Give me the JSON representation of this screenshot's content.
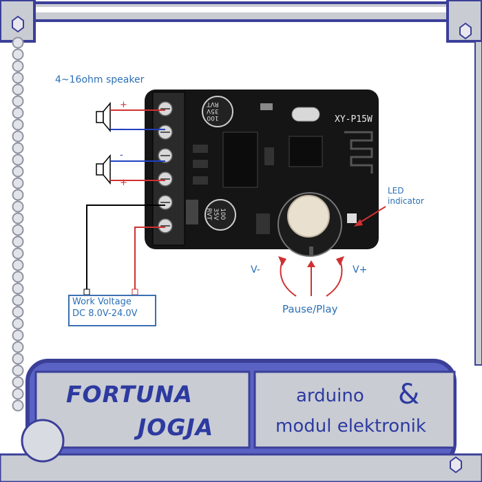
{
  "labels": {
    "speaker": "4~16ohm speaker",
    "led_line1": "LED",
    "led_line2": "indicator",
    "v_minus": "V-",
    "v_plus": "V+",
    "pause_play": "Pause/Play",
    "board_model": "XY-P15W",
    "plus": "+",
    "minus": "-"
  },
  "work_voltage": {
    "line1": "Work Voltage",
    "line2": "DC 8.0V-24.0V"
  },
  "brand": {
    "name_line1": "FORTUNA",
    "name_line2": "JOGJA",
    "tagline_line1": "arduino",
    "ampersand": "&",
    "tagline_line2": "modul elektronik"
  },
  "colors": {
    "frame": "#c9ccd3",
    "frame_border": "#3b3f98",
    "brand_blue": "#2d3aa0",
    "label_blue": "#2a6fb5",
    "wire_red": "#d03030",
    "wire_blue": "#2040c0",
    "board": "#151515"
  },
  "capacitors": [
    {
      "line1": "100",
      "line2": "35V",
      "line3": "RVT"
    },
    {
      "line1": "100",
      "line2": "35V",
      "line3": "RVT"
    }
  ]
}
